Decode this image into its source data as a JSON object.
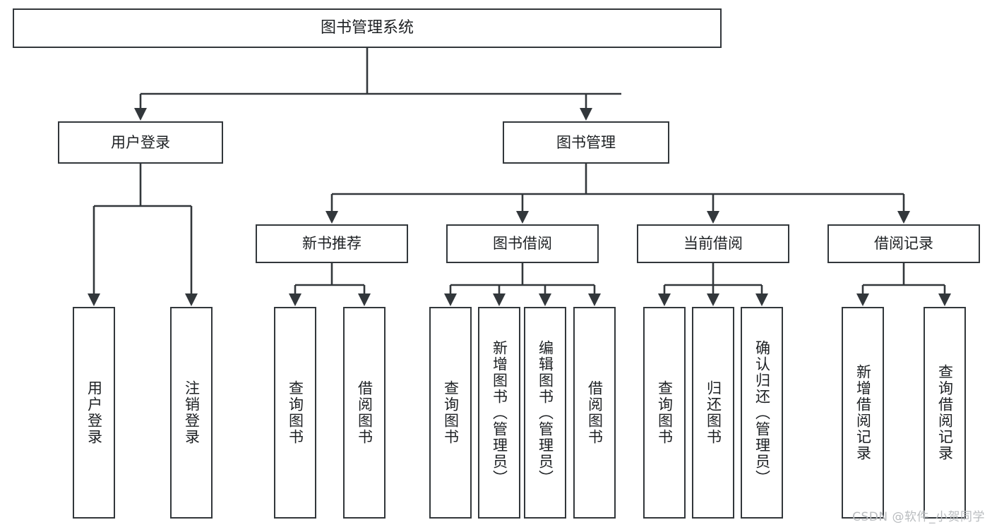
{
  "diagram": {
    "title": "图书管理系统",
    "type": "tree-hierarchy",
    "root": {
      "label": "图书管理系统"
    },
    "level2": [
      {
        "label": "用户登录"
      },
      {
        "label": "图书管理"
      }
    ],
    "level3": [
      {
        "label": "新书推荐"
      },
      {
        "label": "图书借阅"
      },
      {
        "label": "当前借阅"
      },
      {
        "label": "借阅记录"
      }
    ],
    "leaves": {
      "user_login": [
        {
          "label": "用户登录"
        },
        {
          "label": "注销登录"
        }
      ],
      "new_book_recommend": [
        {
          "label": "查询图书"
        },
        {
          "label": "借阅图书"
        }
      ],
      "book_borrow": [
        {
          "label": "查询图书"
        },
        {
          "label": "新增图书（管理员）"
        },
        {
          "label": "编辑图书（管理员）"
        },
        {
          "label": "借阅图书"
        }
      ],
      "current_borrow": [
        {
          "label": "查询图书"
        },
        {
          "label": "归还图书"
        },
        {
          "label": "确认归还（管理员）"
        }
      ],
      "borrow_record": [
        {
          "label": "新增借阅记录"
        },
        {
          "label": "查询借阅记录"
        }
      ]
    }
  },
  "watermark": {
    "text": "CSDN @软件_小贺同学"
  },
  "colors": {
    "stroke": "#32373b",
    "text": "#1d2023",
    "background": "#ffffff",
    "watermark": "#b9bcbf"
  }
}
